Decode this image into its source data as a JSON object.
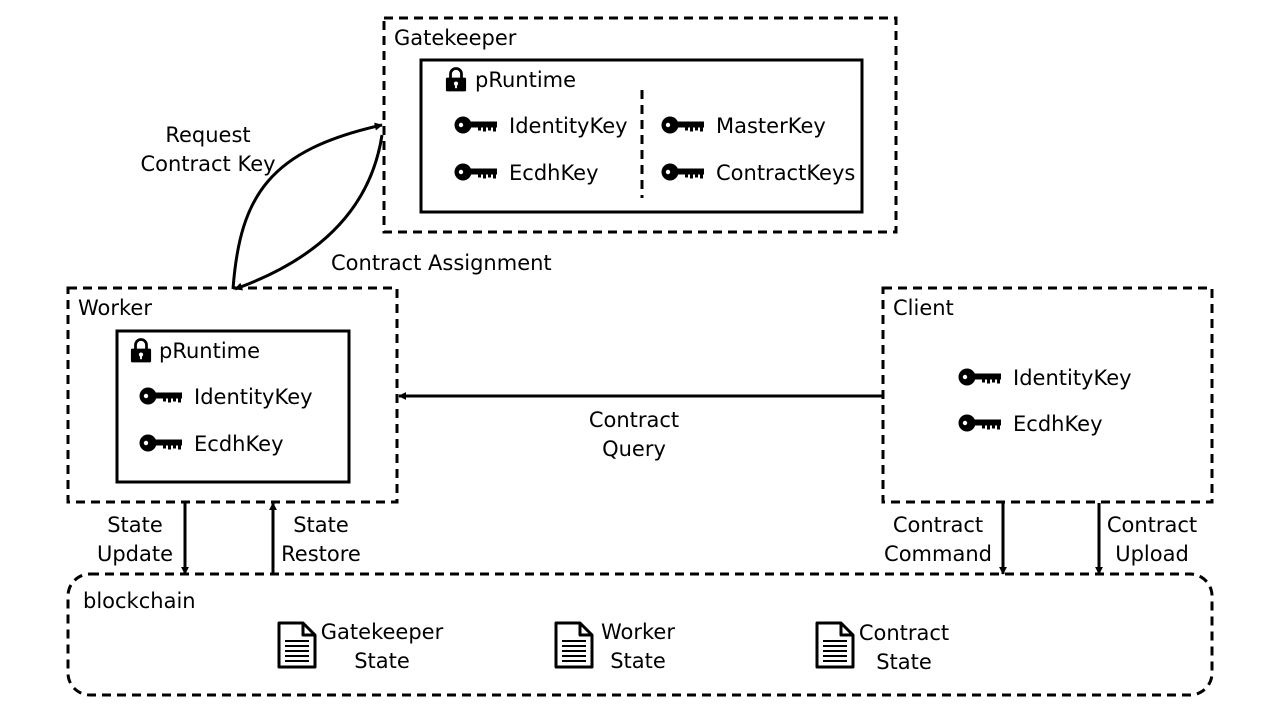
{
  "gatekeeper": {
    "title": "Gatekeeper",
    "runtime": "pRuntime",
    "keys_left": [
      "IdentityKey",
      "EcdhKey"
    ],
    "keys_right": [
      "MasterKey",
      "ContractKeys"
    ]
  },
  "worker": {
    "title": "Worker",
    "runtime": "pRuntime",
    "keys": [
      "IdentityKey",
      "EcdhKey"
    ]
  },
  "client": {
    "title": "Client",
    "keys": [
      "IdentityKey",
      "EcdhKey"
    ]
  },
  "blockchain": {
    "title": "blockchain",
    "states": [
      {
        "line1": "Gatekeeper",
        "line2": "State"
      },
      {
        "line1": "Worker",
        "line2": "State"
      },
      {
        "line1": "Contract",
        "line2": "State"
      }
    ]
  },
  "arrows": {
    "request": {
      "line1": "Request",
      "line2": "Contract Key"
    },
    "assignment": "Contract Assignment",
    "query": {
      "line1": "Contract",
      "line2": "Query"
    },
    "state_update": {
      "line1": "State",
      "line2": "Update"
    },
    "state_restore": {
      "line1": "State",
      "line2": "Restore"
    },
    "command": {
      "line1": "Contract",
      "line2": "Command"
    },
    "upload": {
      "line1": "Contract",
      "line2": "Upload"
    }
  },
  "icons": {
    "key": "key-icon",
    "lock": "lock-icon",
    "document": "document-icon"
  }
}
